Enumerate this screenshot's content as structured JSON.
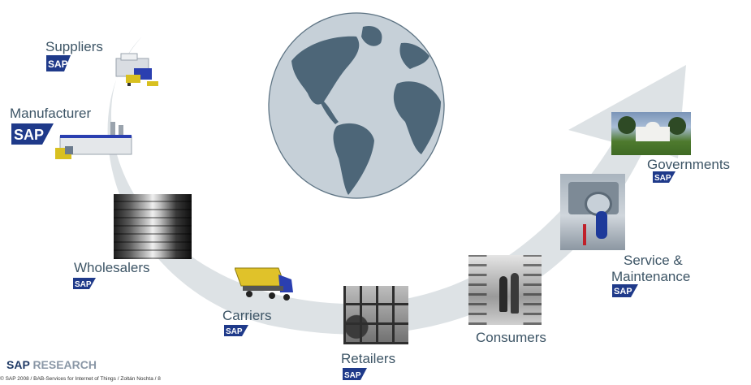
{
  "nodes": {
    "suppliers": "Suppliers",
    "manufacturer": "Manufacturer",
    "wholesalers": "Wholesalers",
    "carriers": "Carriers",
    "retailers": "Retailers",
    "consumers": "Consumers",
    "service_line1": "Service &",
    "service_line2": "Maintenance",
    "governments": "Governments"
  },
  "logo_text": "SAP",
  "footer": {
    "brand_sap": "SAP",
    "brand_research": "RESEARCH",
    "copyright": "© SAP 2008 / BAB-Services for Internet of Things / Zoltán Nochta / 8"
  },
  "colors": {
    "arrow": "#dde2e5",
    "globe_ocean": "#c6d0d8",
    "globe_land": "#4d6678",
    "label": "#3d5566",
    "sap_blue": "#1f3a8a"
  },
  "icons": [
    "globe-icon",
    "factory-icon",
    "truck-icon",
    "sap-logo"
  ]
}
